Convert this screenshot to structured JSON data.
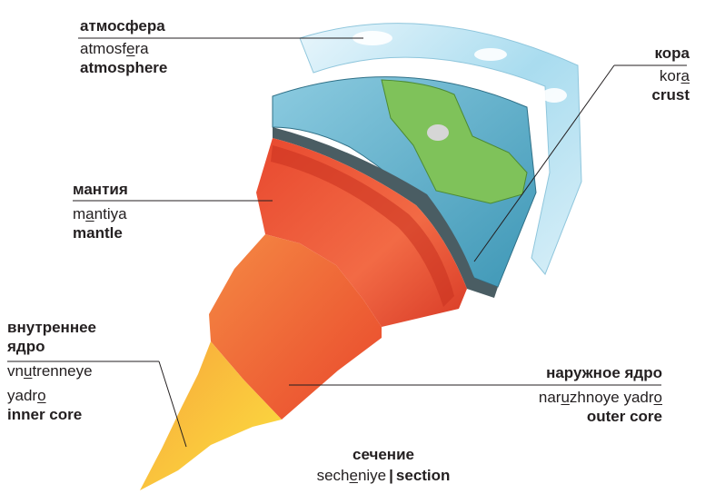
{
  "labels": {
    "atmosphere": {
      "ru": "атмосфера",
      "tr_pre": "atmosf",
      "tr_u": "e",
      "tr_post": "ra",
      "en": "atmosphere"
    },
    "crust": {
      "ru": "кора",
      "tr_pre": "kor",
      "tr_u": "a",
      "tr_post": "",
      "en": "crust"
    },
    "mantle": {
      "ru": "мантия",
      "tr_pre": "m",
      "tr_u": "a",
      "tr_post": "ntiya",
      "en": "mantle"
    },
    "inner_core": {
      "ru_line1": "внутреннее",
      "ru_line2": "ядро",
      "tr1_pre": "vn",
      "tr1_u": "u",
      "tr1_post": "trenneye",
      "tr2_pre": "yadr",
      "tr2_u": "o",
      "tr2_post": "",
      "en": "inner core"
    },
    "outer_core": {
      "ru": "наружное ядро",
      "tr_pre": "nar",
      "tr_u": "u",
      "tr_mid": "zhnoye yadr",
      "tr_u2": "o",
      "en": "outer core"
    },
    "section": {
      "ru": "сечение",
      "tr_pre": "sech",
      "tr_u": "e",
      "tr_post": "niye",
      "separator": "|",
      "en": "section"
    }
  },
  "colors": {
    "atmosphere": "#bfe3f2",
    "ocean": "#4da9c6",
    "land": "#7fc25a",
    "mantle": "#ef5a3c",
    "outer_core": "#f3733a",
    "inner_core": "#f7c43a",
    "leader": "#231f20"
  }
}
